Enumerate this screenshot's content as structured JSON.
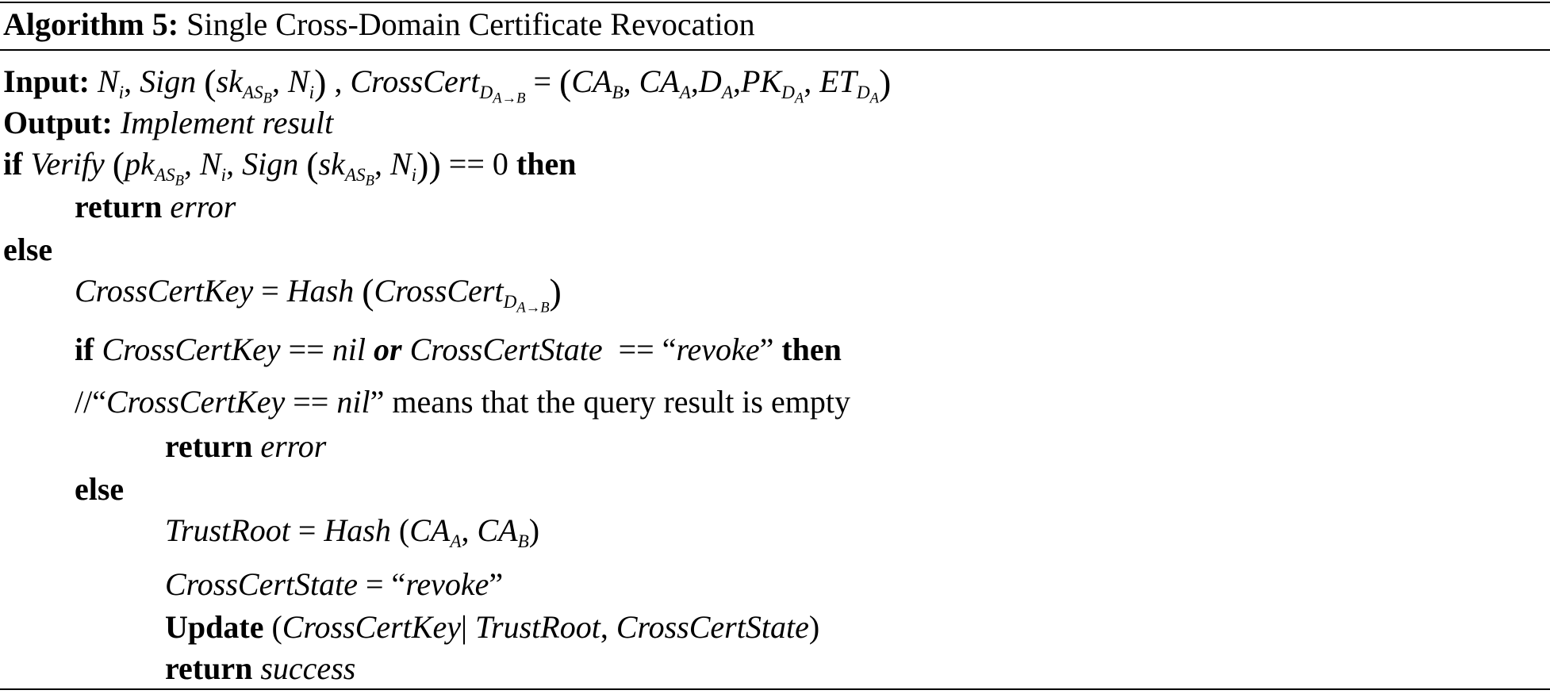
{
  "algorithm": {
    "label": "Algorithm 5:",
    "title": "Single Cross-Domain Certificate Revocation"
  },
  "keywords": {
    "input": "Input:",
    "output": "Output:",
    "if": "if",
    "then": "then",
    "return": "return",
    "else": "else",
    "or": "or",
    "update": "Update"
  },
  "math": {
    "N": "N",
    "i": "i",
    "sign": "Sign",
    "sk": "sk",
    "pk": "pk",
    "AS": "AS",
    "B": "B",
    "crosscert": "CrossCert",
    "DAtoB": "D",
    "A_arrow_B": "A→B",
    "CA": "CA",
    "A": "A",
    "D": "D",
    "PK": "PK",
    "ET": "ET",
    "verify": "Verify",
    "eq0": "== 0",
    "crosscertkey": "CrossCertKey",
    "hash": "Hash",
    "nil": "nil",
    "crosscertstate": "CrossCertState",
    "revoke": "revoke",
    "trustroot": "TrustRoot"
  },
  "text": {
    "implement_result": "Implement result",
    "error": "error",
    "success": "success",
    "comment_prefix": "//",
    "comment_tail": " means that the query result is empty"
  }
}
